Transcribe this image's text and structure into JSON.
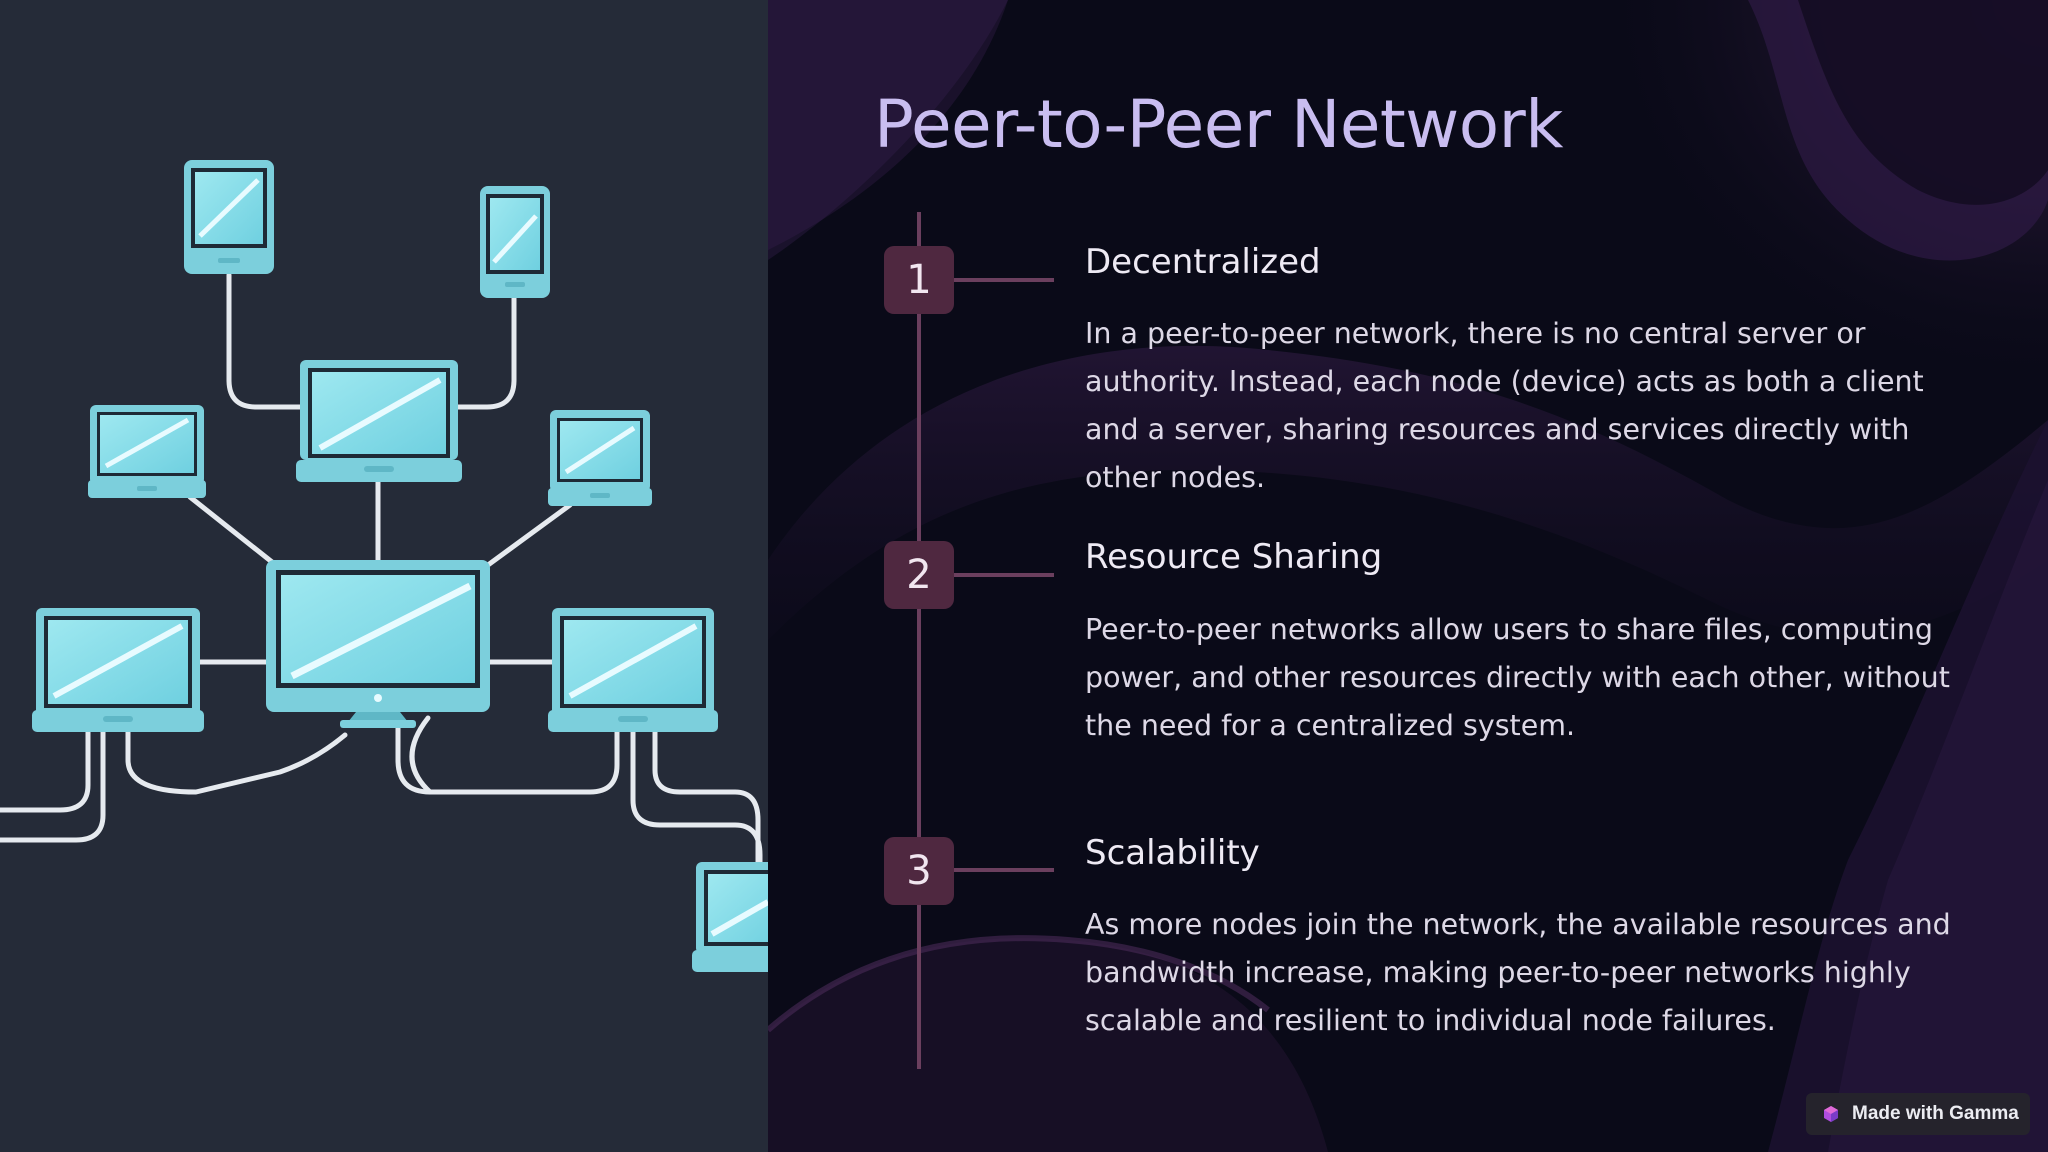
{
  "slide": {
    "title": "Peer-to-Peer Network",
    "steps": [
      {
        "number": "1",
        "heading": "Decentralized",
        "text": "In a peer-to-peer network, there is no central server or authority. Instead, each node (device) acts as both a client and a server, sharing resources and services directly with other nodes."
      },
      {
        "number": "2",
        "heading": "Resource Sharing",
        "text": "Peer-to-peer networks allow users to share files, computing power, and other resources directly with each other, without the need for a centralized system."
      },
      {
        "number": "3",
        "heading": "Scalability",
        "text": "As more nodes join the network, the available resources and bandwidth increase, making peer-to-peer networks highly scalable and resilient to individual node failures."
      }
    ]
  },
  "badge": {
    "label": "Made with Gamma",
    "icon": "gamma-logo-icon"
  },
  "illustration": {
    "icon": "network-devices-illustration"
  },
  "colors": {
    "left_panel": "#252b38",
    "right_panel": "#0a0a18",
    "title": "#c9bdf0",
    "accent": "#6b3f5e",
    "badge_fill": "#4f2840",
    "device_body": "#8fdde8",
    "cable": "#e8ecf0"
  }
}
